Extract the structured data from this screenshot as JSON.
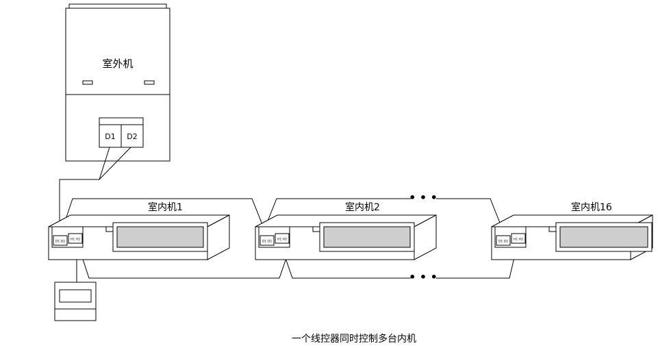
{
  "outdoor_unit": {
    "label": "室外机",
    "terminal_left": "D1",
    "terminal_right": "D2"
  },
  "indoor_units": [
    {
      "label": "室内机1",
      "terminal_d": "D1 D2",
      "terminal_h": "H1 H2"
    },
    {
      "label": "室内机2",
      "terminal_d": "D1 D2",
      "terminal_h": "H1 H2"
    },
    {
      "label": "室内机16",
      "terminal_d": "D1 D2",
      "terminal_h": "H1 H2"
    }
  ],
  "ellipsis": "• • •",
  "caption": "一个线控器同时控制多台内机"
}
